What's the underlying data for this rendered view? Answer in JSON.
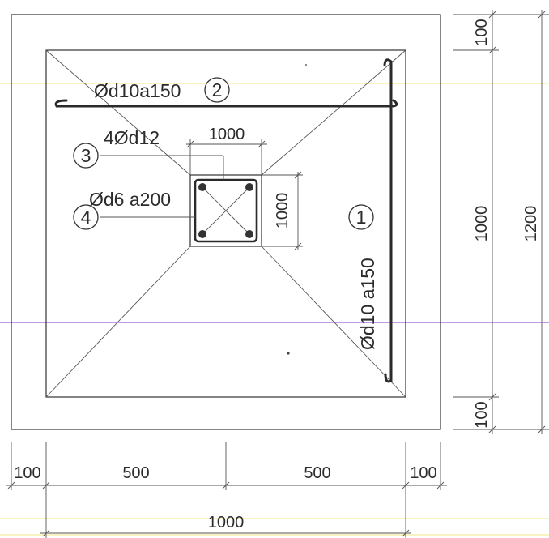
{
  "drawing": {
    "annotations": {
      "bar1_label": "Ød10 a150",
      "bar1_marker": "1",
      "bar2_label": "Ød10a150",
      "bar2_marker": "2",
      "bar3_label": "4Ød12",
      "bar3_marker": "3",
      "bar4_label": "Ød6 a200",
      "bar4_marker": "4"
    },
    "dimensions": {
      "column_width": "1000",
      "column_height": "1000",
      "bottom_edge_left": "100",
      "bottom_half_left": "500",
      "bottom_half_right": "500",
      "bottom_edge_right": "100",
      "bottom_total": "1000",
      "right_edge_top": "100",
      "right_inner": "1000",
      "right_overall": "1200",
      "right_edge_bottom": "100"
    },
    "colors": {
      "scan_line_yellow": "#f2ee9c",
      "scan_line_purple": "#b07ad8",
      "ink": "#2b2b2b"
    }
  }
}
